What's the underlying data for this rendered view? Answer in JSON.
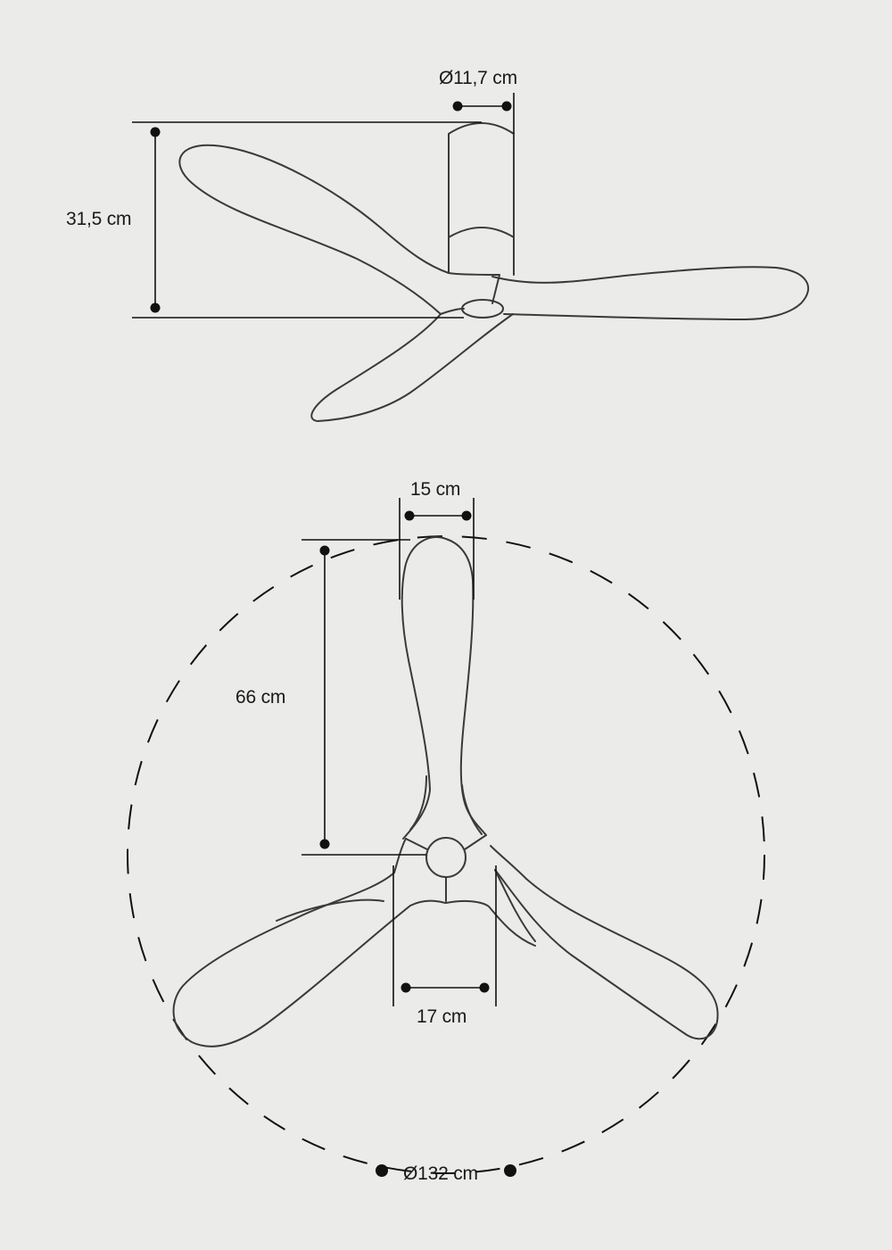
{
  "side_view": {
    "hub_diameter_label": "Ø11,7 cm",
    "height_label": "31,5 cm"
  },
  "top_view": {
    "blade_width_label": "15 cm",
    "blade_length_label": "66 cm",
    "hub_width_label": "17 cm",
    "total_diameter_label": "Ø132 cm"
  },
  "colors": {
    "background": "#ebebe9",
    "outline": "#3a3a3a",
    "dimension": "#111111"
  }
}
